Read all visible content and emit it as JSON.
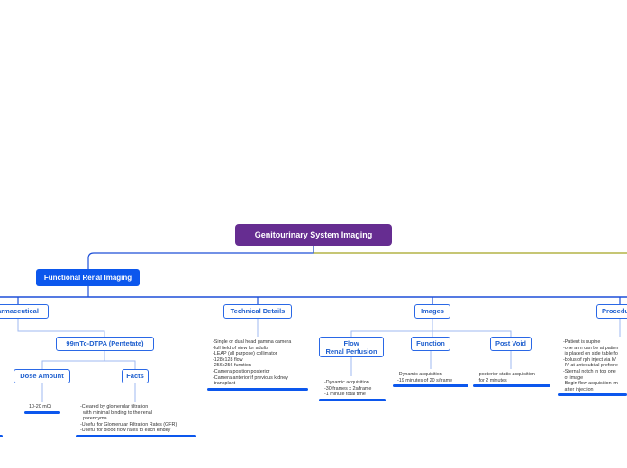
{
  "root": {
    "label": "Genitourinary System Imaging"
  },
  "main_topic": {
    "label": "Functional Renal Imaging"
  },
  "topics": {
    "radiopharmaceutical": {
      "label": "armaceutical"
    },
    "dtpa": {
      "label": "99mTc-DTPA (Pentetate)"
    },
    "dose_amount": {
      "label": "Dose Amount"
    },
    "facts": {
      "label": "Facts"
    },
    "technical_details": {
      "label": "Technical Details"
    },
    "images": {
      "label": "Images"
    },
    "flow": {
      "line1": "Flow",
      "line2": "Renal Perfusion"
    },
    "function": {
      "label": "Function"
    },
    "post_void": {
      "label": "Post Void"
    },
    "procedure": {
      "label": "Procedu"
    }
  },
  "notes": {
    "dose_amount": [
      "10-20 mCi"
    ],
    "facts": [
      "-Cleared by glomerular filtration",
      "  with minimal binding to the renal",
      "  parencyma",
      "-Useful for Glomerular Filtration Rates (GFR)",
      "-Useful for blood flow rates to each kindey"
    ],
    "technical_details": [
      "-Single or dual head gamma camera",
      "-full field of view for adults",
      "-LEAP (all purpose) collimator",
      "-128x128 flow",
      "-256x256 function",
      "-Camera position posterior",
      "-Camera anterior if previous kidney",
      " transplant"
    ],
    "flow": [
      "-Dynamic acquisition",
      "-30 frames x 2s/frame",
      "-1 minute total time"
    ],
    "function": [
      "-Dynamic acquisition",
      "-19 minutes of 20 s/frame"
    ],
    "post_void": [
      "-posterior static acquisition",
      " for 2 minutes"
    ],
    "procedure": [
      "-Patient is supine",
      "-one arm can be at patien",
      " is placed on side table fo",
      "-bolus of rph inject via IV",
      "-IV at antecubital preferre",
      "-Sternal notch in top one",
      " of image",
      "-Begin flow acquisition im",
      " after injection"
    ]
  },
  "colors": {
    "root_fill": "#662d91",
    "main_fill": "#0c57ed",
    "topic_border": "#2a68e6",
    "topic_text": "#1f5fce",
    "olive_branch": "#a3a322"
  }
}
